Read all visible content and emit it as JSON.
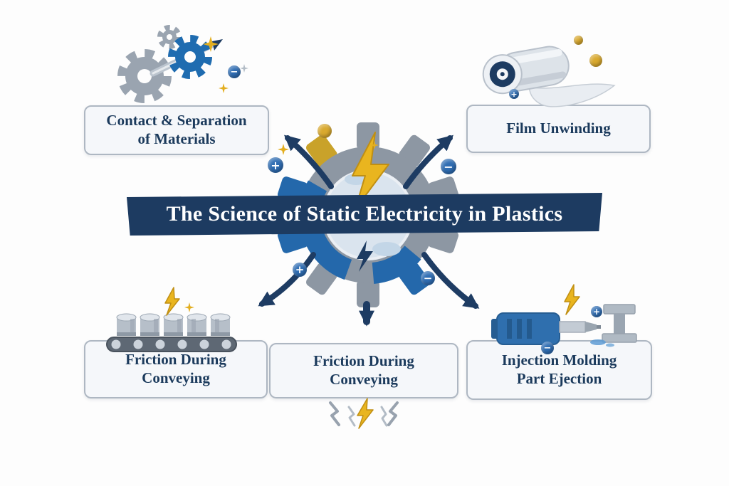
{
  "banner": {
    "title": "The Science of Static Electricity in Plastics"
  },
  "boxes": {
    "top_left": {
      "line1": "Contact & Separation",
      "line2": "of Materials"
    },
    "top_right": {
      "line1": "Film Unwinding",
      "line2": ""
    },
    "bottom_left": {
      "line1": "Friction During",
      "line2": "Conveying"
    },
    "bottom_center": {
      "line1": "Friction During",
      "line2": "Conveying"
    },
    "bottom_right": {
      "line1": "Injection Molding",
      "line2": "Part Ejection"
    }
  },
  "charges": [
    {
      "symbol": "−",
      "polarity": "negative"
    },
    {
      "symbol": "",
      "polarity": "bead"
    },
    {
      "symbol": "+",
      "polarity": "positive"
    },
    {
      "symbol": "−",
      "polarity": "negative"
    },
    {
      "symbol": "+",
      "polarity": "positive"
    },
    {
      "symbol": "−",
      "polarity": "negative"
    },
    {
      "symbol": "",
      "polarity": "bead"
    },
    {
      "symbol": "",
      "polarity": "bead"
    },
    {
      "symbol": "+",
      "polarity": "positive"
    },
    {
      "symbol": "−",
      "polarity": "negative"
    },
    {
      "symbol": "+",
      "polarity": "positive"
    }
  ],
  "icons": {
    "center": "gear-lightning-icon",
    "top_left": "interlocking-gears-icon",
    "top_right": "film-roll-icon",
    "bottom_left": "conveyor-belt-icon",
    "bottom_right": "injection-molding-machine-icon",
    "bottom_center": "static-discharge-icon"
  },
  "connections": [
    {
      "from": "center",
      "to": "top_left"
    },
    {
      "from": "center",
      "to": "top_right"
    },
    {
      "from": "center",
      "to": "bottom_left"
    },
    {
      "from": "center",
      "to": "bottom_center"
    },
    {
      "from": "center",
      "to": "bottom_right"
    }
  ],
  "palette": {
    "navy": "#1d3b61",
    "blue": "#2f6fae",
    "gray": "#8d97a3",
    "gold": "#e3ae1f",
    "box_bg": "#f5f7fa",
    "box_border": "#aeb7c2",
    "text": "#1b3a5c",
    "background": "#fdfdfd"
  }
}
